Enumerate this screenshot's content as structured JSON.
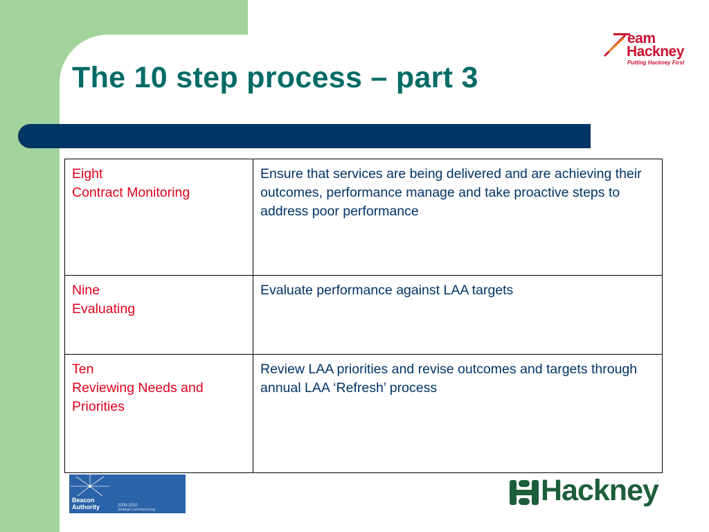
{
  "slide": {
    "title": "The 10 step process – part 3"
  },
  "team_logo": {
    "line1": "eam",
    "line2": "Hackney",
    "tagline": "Putting Hackney First"
  },
  "steps": [
    {
      "number": "Eight",
      "name": "Contract Monitoring",
      "description": "Ensure that services are being delivered and are achieving their outcomes, performance manage and take proactive steps to address poor performance"
    },
    {
      "number": "Nine",
      "name": "Evaluating",
      "description": "Evaluate performance against LAA targets"
    },
    {
      "number": "Ten",
      "name": "Reviewing Needs and Priorities",
      "description": "Review LAA priorities and revise outcomes and targets through annual LAA ‘Refresh’ process"
    }
  ],
  "beacon_logo": {
    "line1": "Beacon",
    "line2": "Authority",
    "years": "2009-2010",
    "theme": "Strategic commissioning"
  },
  "hackney_logo": {
    "word": "Hackney"
  },
  "colors": {
    "title": "#006b66",
    "step_label": "#e0001b",
    "description": "#003366",
    "rule_bar": "#003665",
    "side_band": "#a3d39c"
  }
}
